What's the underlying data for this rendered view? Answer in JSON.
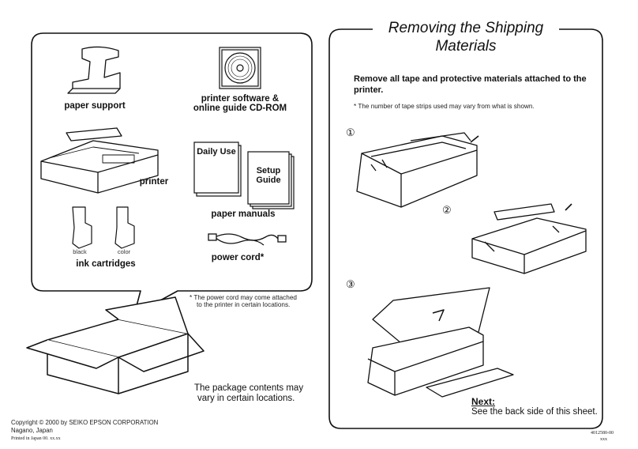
{
  "left_panel": {
    "items": {
      "paper_support": "paper support",
      "cdrom_line1": "printer software &",
      "cdrom_line2": "online guide CD-ROM",
      "printer": "printer",
      "daily_use": "Daily Use",
      "setup_guide_line1": "Setup",
      "setup_guide_line2": "Guide",
      "paper_manuals": "paper manuals",
      "black": "black",
      "color": "color",
      "ink_cartridges": "ink cartridges",
      "power_cord": "power cord*"
    },
    "power_cord_note_line1": "* The power cord may come attached",
    "power_cord_note_line2": "to the printer in certain locations."
  },
  "package_note_line1": "The package contents may",
  "package_note_line2": "vary in certain locations.",
  "footer": {
    "copyright": "Copyright © 2000 by SEIKO EPSON CORPORATION",
    "location": "Nagano, Japan",
    "printed": "Printed in Japan 00. xx.xx"
  },
  "right_panel": {
    "title_line1": "Removing the Shipping",
    "title_line2": "Materials",
    "instruction_line1": "Remove all tape and protective materials attached to the",
    "instruction_line2": "printer.",
    "tape_note": "* The number of tape strips used may vary from what is shown.",
    "steps": [
      "①",
      "②",
      "③"
    ],
    "next_label": "Next:",
    "next_text": "See the back side of this sheet."
  },
  "part_number": "4012580-00",
  "part_number_sub": "xxx"
}
